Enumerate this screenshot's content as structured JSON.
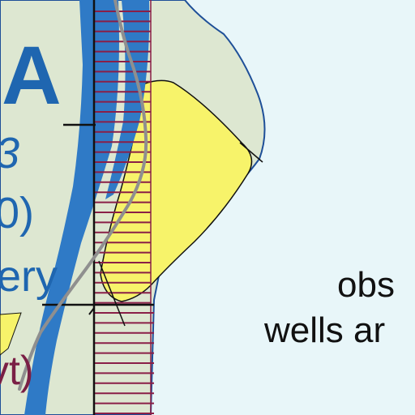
{
  "map": {
    "labels": {
      "feature_letter": "A",
      "line_3": "3",
      "line_0": "0)",
      "line_ery": "ery",
      "line_vt": "vt)",
      "annotation_line1": "obs",
      "annotation_line2": "wells ar"
    },
    "colors": {
      "water": "#e8f6f9",
      "land": "#dde7d1",
      "stream": "#2f7ac6",
      "aquifer_zone": "#f7f36a",
      "hatching": "#8a1f47",
      "label_blue": "#1f66b0",
      "label_maroon": "#7a1f45"
    }
  }
}
